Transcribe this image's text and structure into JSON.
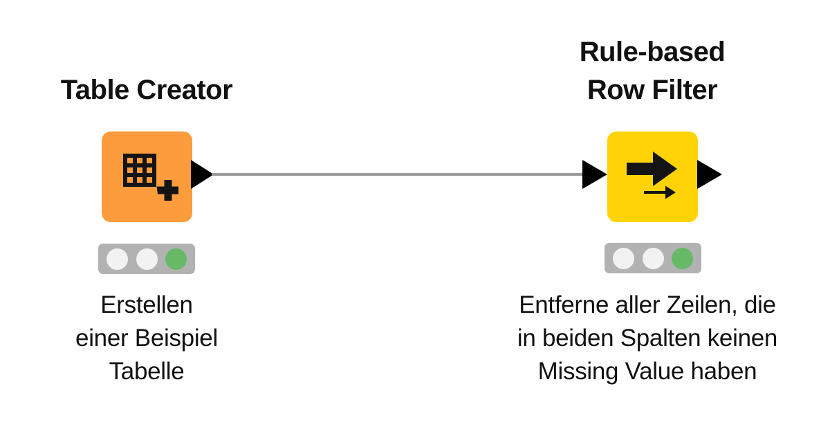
{
  "app": "knime-workflow-canvas",
  "colors": {
    "canvas_bg": "#ffffff",
    "node_orange": "#FC9C3C",
    "node_yellow": "#FFD305",
    "icon_black": "#141414",
    "port_black": "#000000",
    "connector_gray": "#9B9B9B",
    "traffic_bar_gray": "#B2B2B2",
    "light_off": "#F2F2F2",
    "light_green": "#66B966",
    "text_black": "#111111"
  },
  "nodes": [
    {
      "id": "table-creator",
      "title_lines": [
        "Table Creator"
      ],
      "icon": "table-grid-plus-icon",
      "node_type": "source",
      "color": "#FC9C3C",
      "status_lights": {
        "red": "off",
        "yellow": "off",
        "green": "on"
      },
      "description_lines": [
        "Erstellen",
        "einer Beispiel",
        "Tabelle"
      ],
      "ports": {
        "inputs": 0,
        "outputs": 1
      }
    },
    {
      "id": "rule-based-row-filter",
      "title_lines": [
        "Rule-based",
        "Row Filter"
      ],
      "icon": "double-arrow-right-icon",
      "node_type": "manipulator",
      "color": "#FFD305",
      "status_lights": {
        "red": "off",
        "yellow": "off",
        "green": "on"
      },
      "description_lines": [
        "Entferne aller Zeilen, die",
        "in beiden Spalten keinen",
        "Missing Value haben"
      ],
      "ports": {
        "inputs": 1,
        "outputs": 1
      }
    }
  ],
  "connection": {
    "from": "table-creator",
    "to": "rule-based-row-filter",
    "type": "data-table"
  }
}
